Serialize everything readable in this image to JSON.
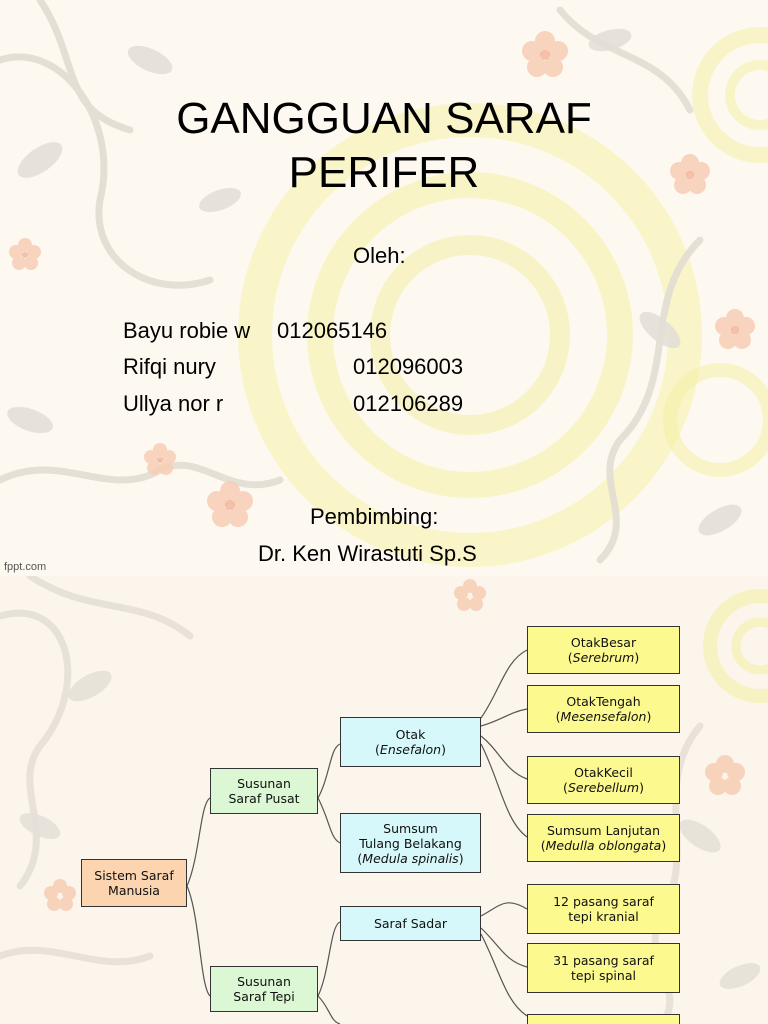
{
  "slide1": {
    "title_line1": "GANGGUAN SARAF",
    "title_line2": "PERIFER",
    "by_label": "Oleh:",
    "authors": [
      {
        "name": "Bayu robie w",
        "id": "012065146"
      },
      {
        "name": "Rifqi nury",
        "id": "012096003"
      },
      {
        "name": "Ullya nor r",
        "id": "012106289"
      }
    ],
    "advisor_label": "Pembimbing:",
    "advisor_name": "Dr. Ken Wirastuti Sp.S",
    "watermark": "fppt.com"
  },
  "diagram": {
    "root": "Sistem Saraf Manusia",
    "pusat": {
      "l1": "Susunan",
      "l2": "Saraf Pusat"
    },
    "tepi": {
      "l1": "Susunan",
      "l2": "Saraf Tepi"
    },
    "otak": {
      "l1": "Otak",
      "l2": "Ensefalon"
    },
    "sumsum": {
      "l1": "Sumsum",
      "l2": "Tulang Belakang",
      "l3": "Medula spinalis"
    },
    "sadar": "Saraf Sadar",
    "besar": {
      "l1": "OtakBesar",
      "l2": "Serebrum"
    },
    "tengah": {
      "l1": "OtakTengah",
      "l2": "Mesensefalon"
    },
    "kecil": {
      "l1": "OtakKecil",
      "l2": "Serebellum"
    },
    "lanjutan": {
      "l1": "Sumsum Lanjutan",
      "l2": "Medulla oblongata"
    },
    "kranial": {
      "l1": "12 pasang saraf",
      "l2": "tepi kranial"
    },
    "spinal": {
      "l1": "31 pasang saraf",
      "l2": "tepi spinal"
    }
  },
  "colors": {
    "root": "#fcd5b0",
    "level1": "#dbf7d4",
    "level2": "#d6f8fb",
    "level3": "#fcf98e"
  }
}
